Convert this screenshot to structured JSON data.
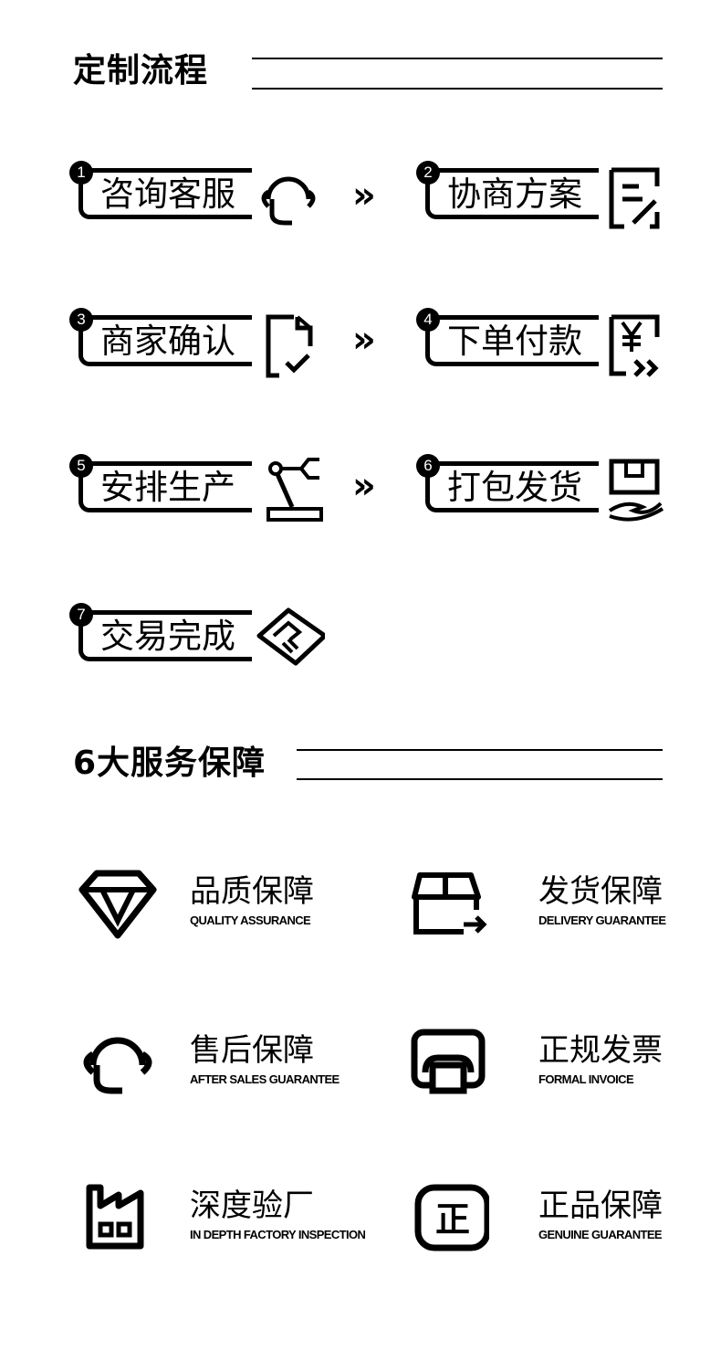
{
  "process": {
    "title": "定制流程",
    "arrow_glyph": "»",
    "steps": [
      {
        "num": "1",
        "label": "咨询客服",
        "icon": "headset-icon"
      },
      {
        "num": "2",
        "label": "协商方案",
        "icon": "document-edit-icon"
      },
      {
        "num": "3",
        "label": "商家确认",
        "icon": "document-check-icon"
      },
      {
        "num": "4",
        "label": "下单付款",
        "icon": "payment-yen-icon"
      },
      {
        "num": "5",
        "label": "安排生产",
        "icon": "robot-arm-icon"
      },
      {
        "num": "6",
        "label": "打包发货",
        "icon": "package-hand-icon"
      },
      {
        "num": "7",
        "label": "交易完成",
        "icon": "handshake-icon"
      }
    ]
  },
  "services": {
    "title": "6大服务保障",
    "items": [
      {
        "title": "品质保障",
        "subtitle": "QUALITY ASSURANCE",
        "icon": "diamond-icon"
      },
      {
        "title": "发货保障",
        "subtitle": "DELIVERY GUARANTEE",
        "icon": "box-arrow-icon"
      },
      {
        "title": "售后保障",
        "subtitle": "AFTER SALES GUARANTEE",
        "icon": "headset-icon"
      },
      {
        "title": "正规发票",
        "subtitle": "FORMAL INVOICE",
        "icon": "printer-icon"
      },
      {
        "title": "深度验厂",
        "subtitle": "IN DEPTH FACTORY INSPECTION",
        "icon": "factory-icon"
      },
      {
        "title": "正品保障",
        "subtitle": "GENUINE GUARANTEE",
        "icon": "genuine-seal-icon"
      }
    ],
    "seal_char": "正"
  },
  "colors": {
    "foreground": "#000000",
    "background": "#ffffff"
  }
}
